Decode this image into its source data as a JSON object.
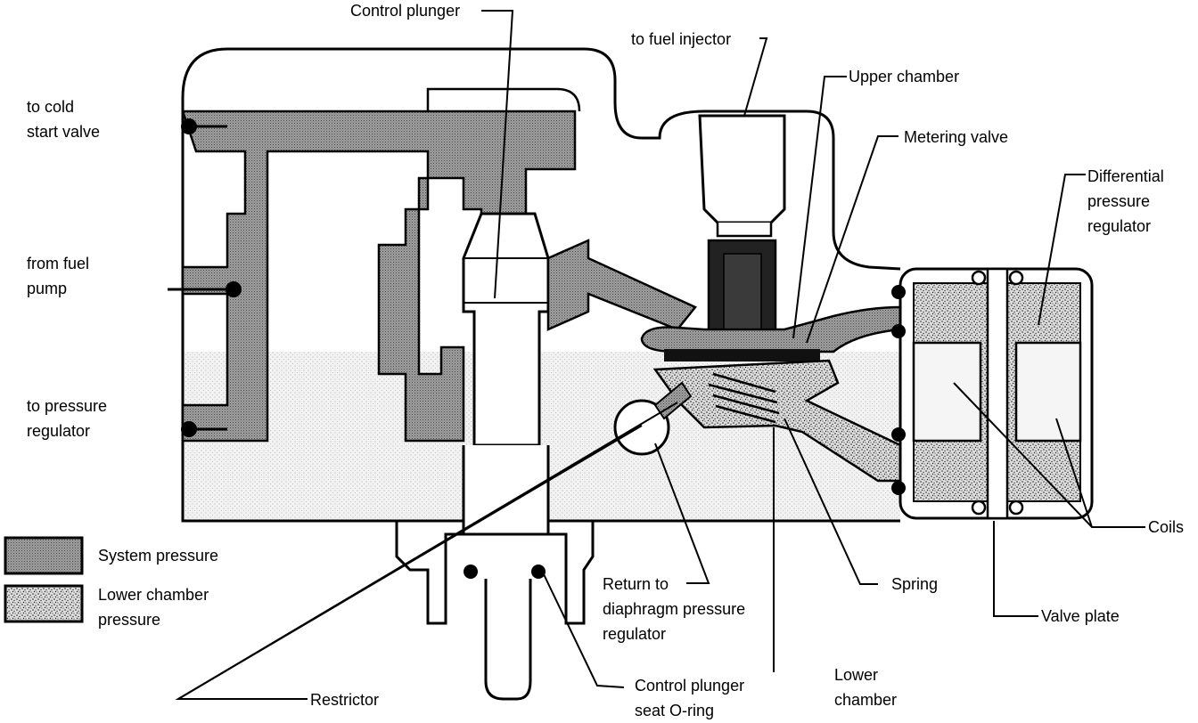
{
  "labels": {
    "control_plunger": "Control plunger",
    "to_fuel_injector": "to fuel injector",
    "upper_chamber": "Upper chamber",
    "metering_valve": "Metering valve",
    "differential_pressure_regulator": "Differential\npressure\nregulator",
    "to_cold_start_valve": "to cold\nstart valve",
    "from_fuel_pump": "from fuel\npump",
    "to_pressure_regulator": "to pressure\nregulator",
    "coils": "Coils",
    "spring": "Spring",
    "valve_plate": "Valve plate",
    "return_to_diaphragm": "Return to\ndiaphragm pressure\nregulator",
    "lower_chamber": "Lower\nchamber",
    "control_plunger_seat_oring": "Control plunger\nseat O-ring",
    "restrictor": "Restrictor"
  },
  "legend": {
    "system_pressure": "System pressure",
    "lower_chamber_pressure": "Lower chamber\npressure"
  },
  "colors": {
    "system_pressure_fill": "#9e9e9e",
    "lower_chamber_fill": "#e2e2e2",
    "outline": "#000000"
  }
}
